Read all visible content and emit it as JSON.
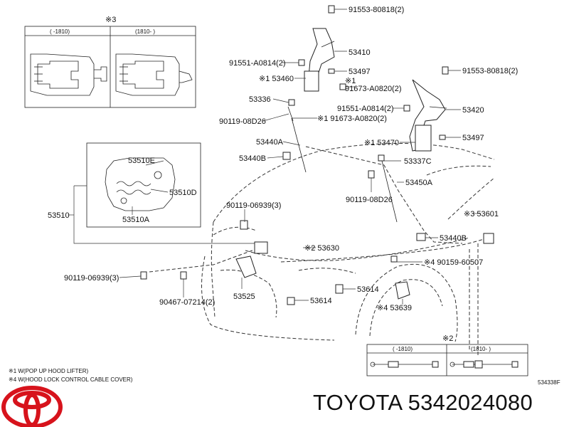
{
  "brand": {
    "title": "TOYOTA 5342024080",
    "logo_name": "toyota-logo"
  },
  "diagram_code": "534338F",
  "notes": [
    "※1 W(POP UP HOOD LIFTER)",
    "※4 W(HOOD LOCK CONTROL CABLE COVER)"
  ],
  "inset_top": {
    "mark": "※3",
    "col_left": "(    -1810)",
    "col_right": "(1810-      )"
  },
  "inset_bottom": {
    "mark": "※2",
    "col_left": "(    -1810)",
    "col_right": "(1810-      )"
  },
  "parts": {
    "p91553_top": "91553-80818(2)",
    "p53410": "53410",
    "p91551_l": "91551-A0814(2)",
    "p53497_l": "53497",
    "p53460": "※1 53460",
    "p91673_a_mark": "※1",
    "p91673_a": "91673-A0820(2)",
    "p53336": "53336",
    "p90119_08d26_l": "90119-08D26",
    "p91673_b": "※1 91673-A0820(2)",
    "p91551_r": "91551-A0814(2)",
    "p91553_r": "91553-80818(2)",
    "p53420": "53420",
    "p53497_r": "53497",
    "p53440a": "53440A",
    "p53470": "※1 53470",
    "p53440b_l": "53440B",
    "p53337c": "53337C",
    "p53510e": "53510E",
    "p53510d": "53510D",
    "p53510a": "53510A",
    "p53510": "53510",
    "p90119_08d26_r": "90119-08D26",
    "p53450a": "53450A",
    "p90119_06939_a": "90119-06939(3)",
    "p53601": "※3 53601",
    "p53440b_r": "53440B",
    "p53630": "※2 53630",
    "p90159": "※4 90159-60507",
    "p90119_06939_b": "90119-06939(3)",
    "p53614_r": "53614",
    "p90467": "90467-07214(2)",
    "p53525": "53525",
    "p53614_l": "53614",
    "p53639": "※4 53639"
  }
}
